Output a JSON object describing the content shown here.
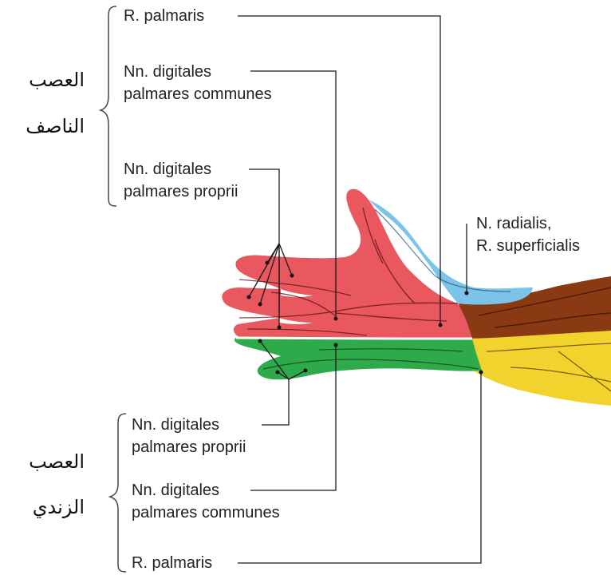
{
  "groups": {
    "median": {
      "arabic_label": [
        "العصب",
        "الناصف"
      ],
      "branches": {
        "palmaris": [
          "R. palmaris"
        ],
        "communes": [
          "Nn. digitales",
          "palmares communes"
        ],
        "proprii": [
          "Nn. digitales",
          "palmares proprii"
        ]
      }
    },
    "ulnar": {
      "arabic_label": [
        "العصب",
        "الزندي"
      ],
      "branches": {
        "proprii": [
          "Nn. digitales",
          "palmares proprii"
        ],
        "communes": [
          "Nn. digitales",
          "palmares communes"
        ],
        "palmaris": [
          "R. palmaris"
        ]
      }
    },
    "radial": {
      "label": [
        "N. radialis,",
        "R. superficialis"
      ]
    }
  },
  "colors": {
    "median_region": "#e8585e",
    "ulnar_region": "#2faa4a",
    "radial_region": "#7cc3e8",
    "forearm_brown": "#8a3a12",
    "forearm_yellow": "#f2d22c",
    "leader_line": "#1a1a1a"
  }
}
